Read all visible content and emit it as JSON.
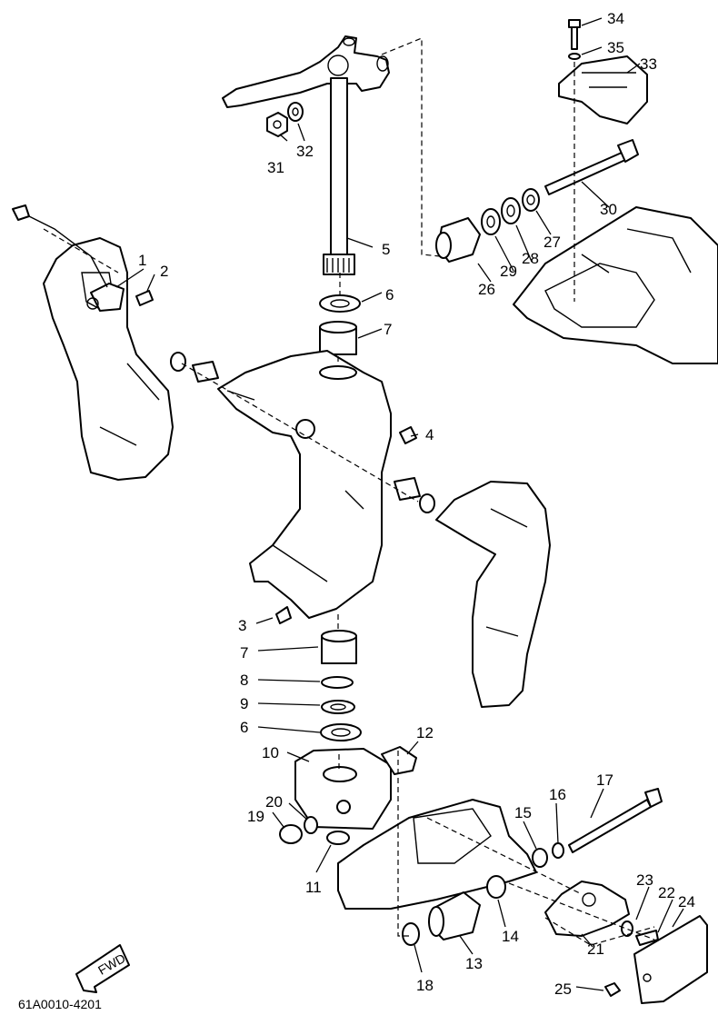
{
  "diagram": {
    "drawing_code": "61A0010-4201",
    "direction_label": "FWD",
    "callouts": [
      "1",
      "2",
      "3",
      "4",
      "5",
      "6",
      "7",
      "7",
      "8",
      "9",
      "6",
      "10",
      "11",
      "12",
      "13",
      "14",
      "15",
      "16",
      "17",
      "18",
      "19",
      "20",
      "21",
      "22",
      "23",
      "24",
      "25",
      "26",
      "27",
      "28",
      "29",
      "30",
      "31",
      "32",
      "33",
      "34",
      "35"
    ]
  }
}
